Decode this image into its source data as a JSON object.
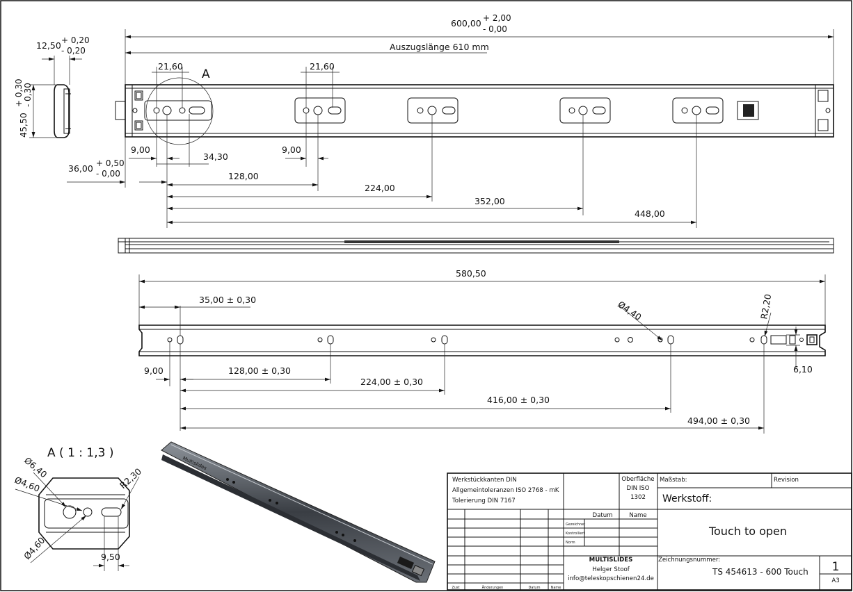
{
  "top_view": {
    "overall_length": "600,00",
    "overall_tol_plus": "+ 2,00",
    "overall_tol_minus": "- 0,00",
    "extension": "Auszugslänge 610 mm",
    "spacing_a": "21,60",
    "spacing_b": "21,60",
    "detail_marker": "A",
    "start_offset": "36,00",
    "start_tol_plus": "+ 0,50",
    "start_tol_minus": "- 0,00",
    "pitch_a": "9,00",
    "pitch_b": "9,00",
    "slot_offset": "34,30",
    "dist_128": "128,00",
    "dist_224": "224,00",
    "dist_352": "352,00",
    "dist_448": "448,00"
  },
  "side_view": {
    "thickness": "12,50",
    "thickness_tol_plus": "+ 0,20",
    "thickness_tol_minus": "- 0,20",
    "height": "45,50",
    "height_tol_plus": "+ 0,30",
    "height_tol_minus": "- 0,30"
  },
  "rail_view": {
    "length": "580,50",
    "first_hole": "35,00 ± 0,30",
    "hole_diameter": "Ø4,40",
    "radius": "R2,20",
    "pitch": "9,00",
    "end_offset": "6,10",
    "dist_128": "128,00 ± 0,30",
    "dist_224": "224,00 ± 0,30",
    "dist_416": "416,00 ± 0,30",
    "dist_494": "494,00 ± 0,30"
  },
  "detail_a": {
    "title": "A ( 1 : 1,3 )",
    "dia_640": "Ø6,40",
    "dia_460a": "Ø4,60",
    "dia_460b": "Ø4,60",
    "radius": "R2,30",
    "width": "9,50"
  },
  "title_block": {
    "notes": [
      "Werkstückkanten DIN",
      "Allgemeintoleranzen ISO 2768 - mK",
      "Tolerierung DIN 7167"
    ],
    "surface_label": "Oberfläche",
    "surface_spec": "DIN ISO",
    "surface_spec2": "1302",
    "scale_label": "Maßstab:",
    "revision_label": "Revision",
    "material_label": "Werkstoff:",
    "datum_header": "Datum",
    "name_header": "Name",
    "row_labels": [
      "Gezeichnet",
      "Kontrolliert",
      "Norm"
    ],
    "title": "Touch to open",
    "company": "MULTISLIDES",
    "person": "Helger Stoof",
    "email": "info@teleskopschienen24.de",
    "drawing_no_label": "Zeichnungsnummer:",
    "drawing_no": "TS 454613 - 600 Touch",
    "sheet_no": "1",
    "format": "A3",
    "rev_headers": [
      "Zust",
      "Änderungen",
      "Datum",
      "Name"
    ]
  },
  "render_label": "Multislides"
}
